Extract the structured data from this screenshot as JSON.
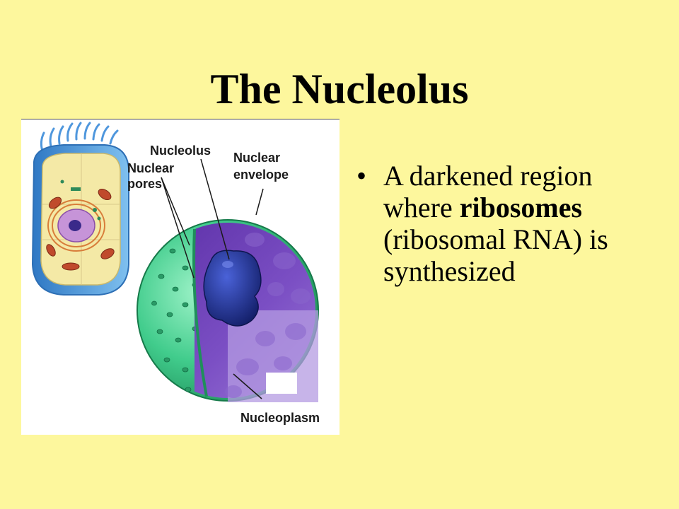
{
  "slide": {
    "title": "The Nucleolus",
    "bullet": {
      "symbol": "•",
      "text_before": "A darkened region where ",
      "bold": "ribosomes",
      "text_after": " (ribosomal RNA) is synthesized"
    }
  },
  "figure": {
    "labels": {
      "nucleolus": "Nucleolus",
      "nuclear_pores_line1": "Nuclear",
      "nuclear_pores_line2": "pores",
      "nuclear_envelope_line1": "Nuclear",
      "nuclear_envelope_line2": "envelope",
      "nucleoplasm": "Nucleoplasm"
    }
  },
  "colors": {
    "background": "#fdf79d",
    "envelope": "#3ec98a",
    "nucleoplasm": "#6a3fb0",
    "nucleolus": "#1e2d8c",
    "cell_wall": "#4f97dd"
  }
}
